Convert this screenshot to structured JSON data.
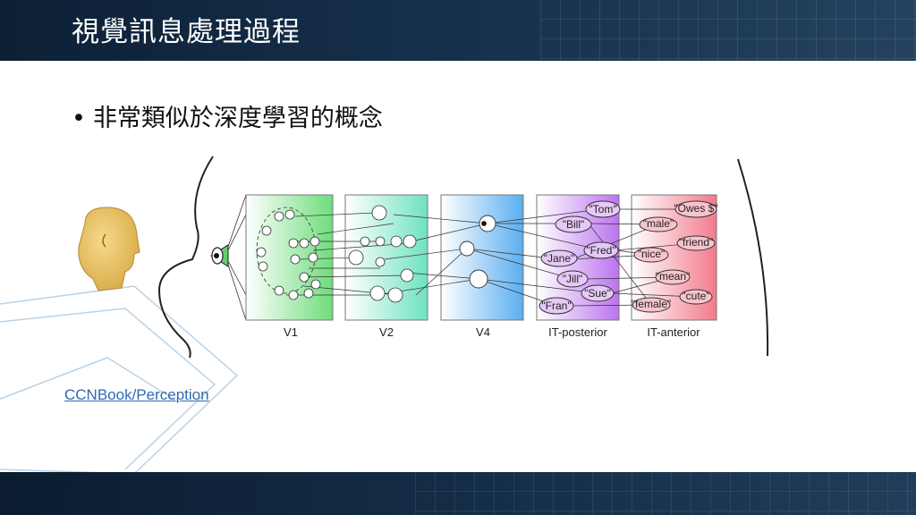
{
  "slide": {
    "title": "視覺訊息處理過程",
    "bullet": "非常類似於深度學習的概念",
    "source_link": "CCNBook/Perception"
  },
  "diagram": {
    "stages": [
      "V1",
      "V2",
      "V4",
      "IT-posterior",
      "IT-anterior"
    ],
    "it_posterior_labels": [
      "\"Tom\"",
      "\"Bill\"",
      "\"Fred\"",
      "\"Jane\"",
      "\"Jill\"",
      "\"Sue\"",
      "\"Fran\""
    ],
    "it_anterior_labels": [
      "\"Owes $\"",
      "\"male\"",
      "\"friend\"",
      "\"nice\"",
      "\"mean\"",
      "\"cute\"",
      "\"female\""
    ]
  },
  "colors": {
    "header": "#17324e",
    "link": "#2f6ab3",
    "v1": "#7de08a",
    "v2": "#7ee8c8",
    "v4": "#6ab8f2",
    "it_posterior": "#c47ff0",
    "it_anterior": "#f48a9a"
  }
}
